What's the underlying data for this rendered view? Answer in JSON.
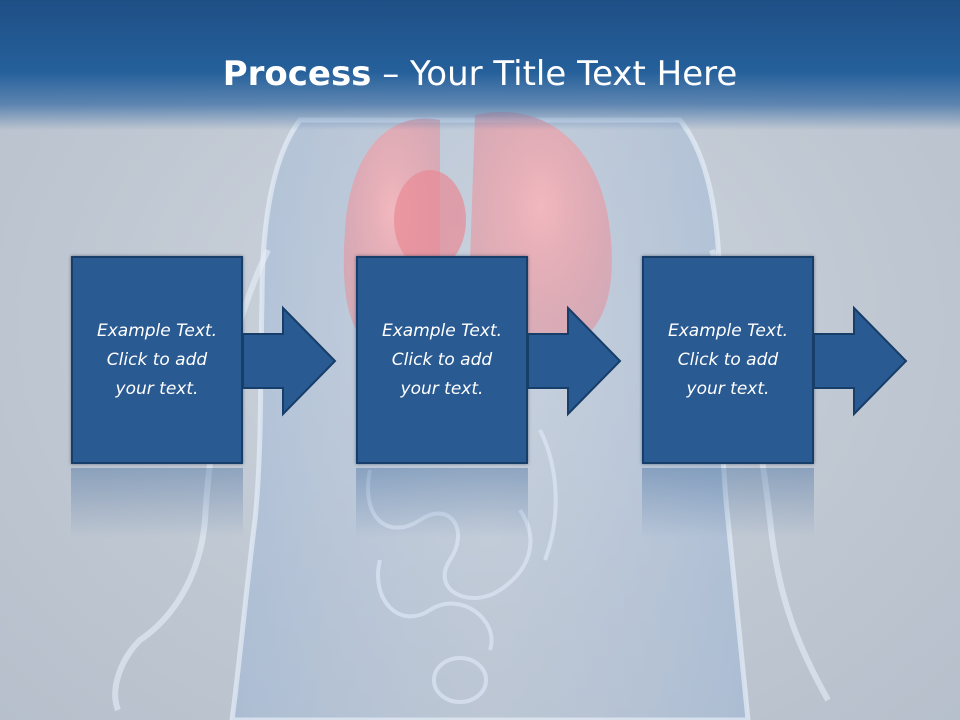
{
  "title": {
    "bold": "Process",
    "rest": " – Your Title Text Here"
  },
  "steps": [
    {
      "lines": [
        "Example Text.",
        "Click  to add",
        "your text."
      ]
    },
    {
      "lines": [
        "Example Text.",
        "Click  to add",
        "your text."
      ]
    },
    {
      "lines": [
        "Example Text.",
        "Click  to add",
        "your text."
      ]
    }
  ],
  "colors": {
    "box": "#2a5a92",
    "box_border": "#173d69",
    "title_bar": "#1f4f85"
  }
}
